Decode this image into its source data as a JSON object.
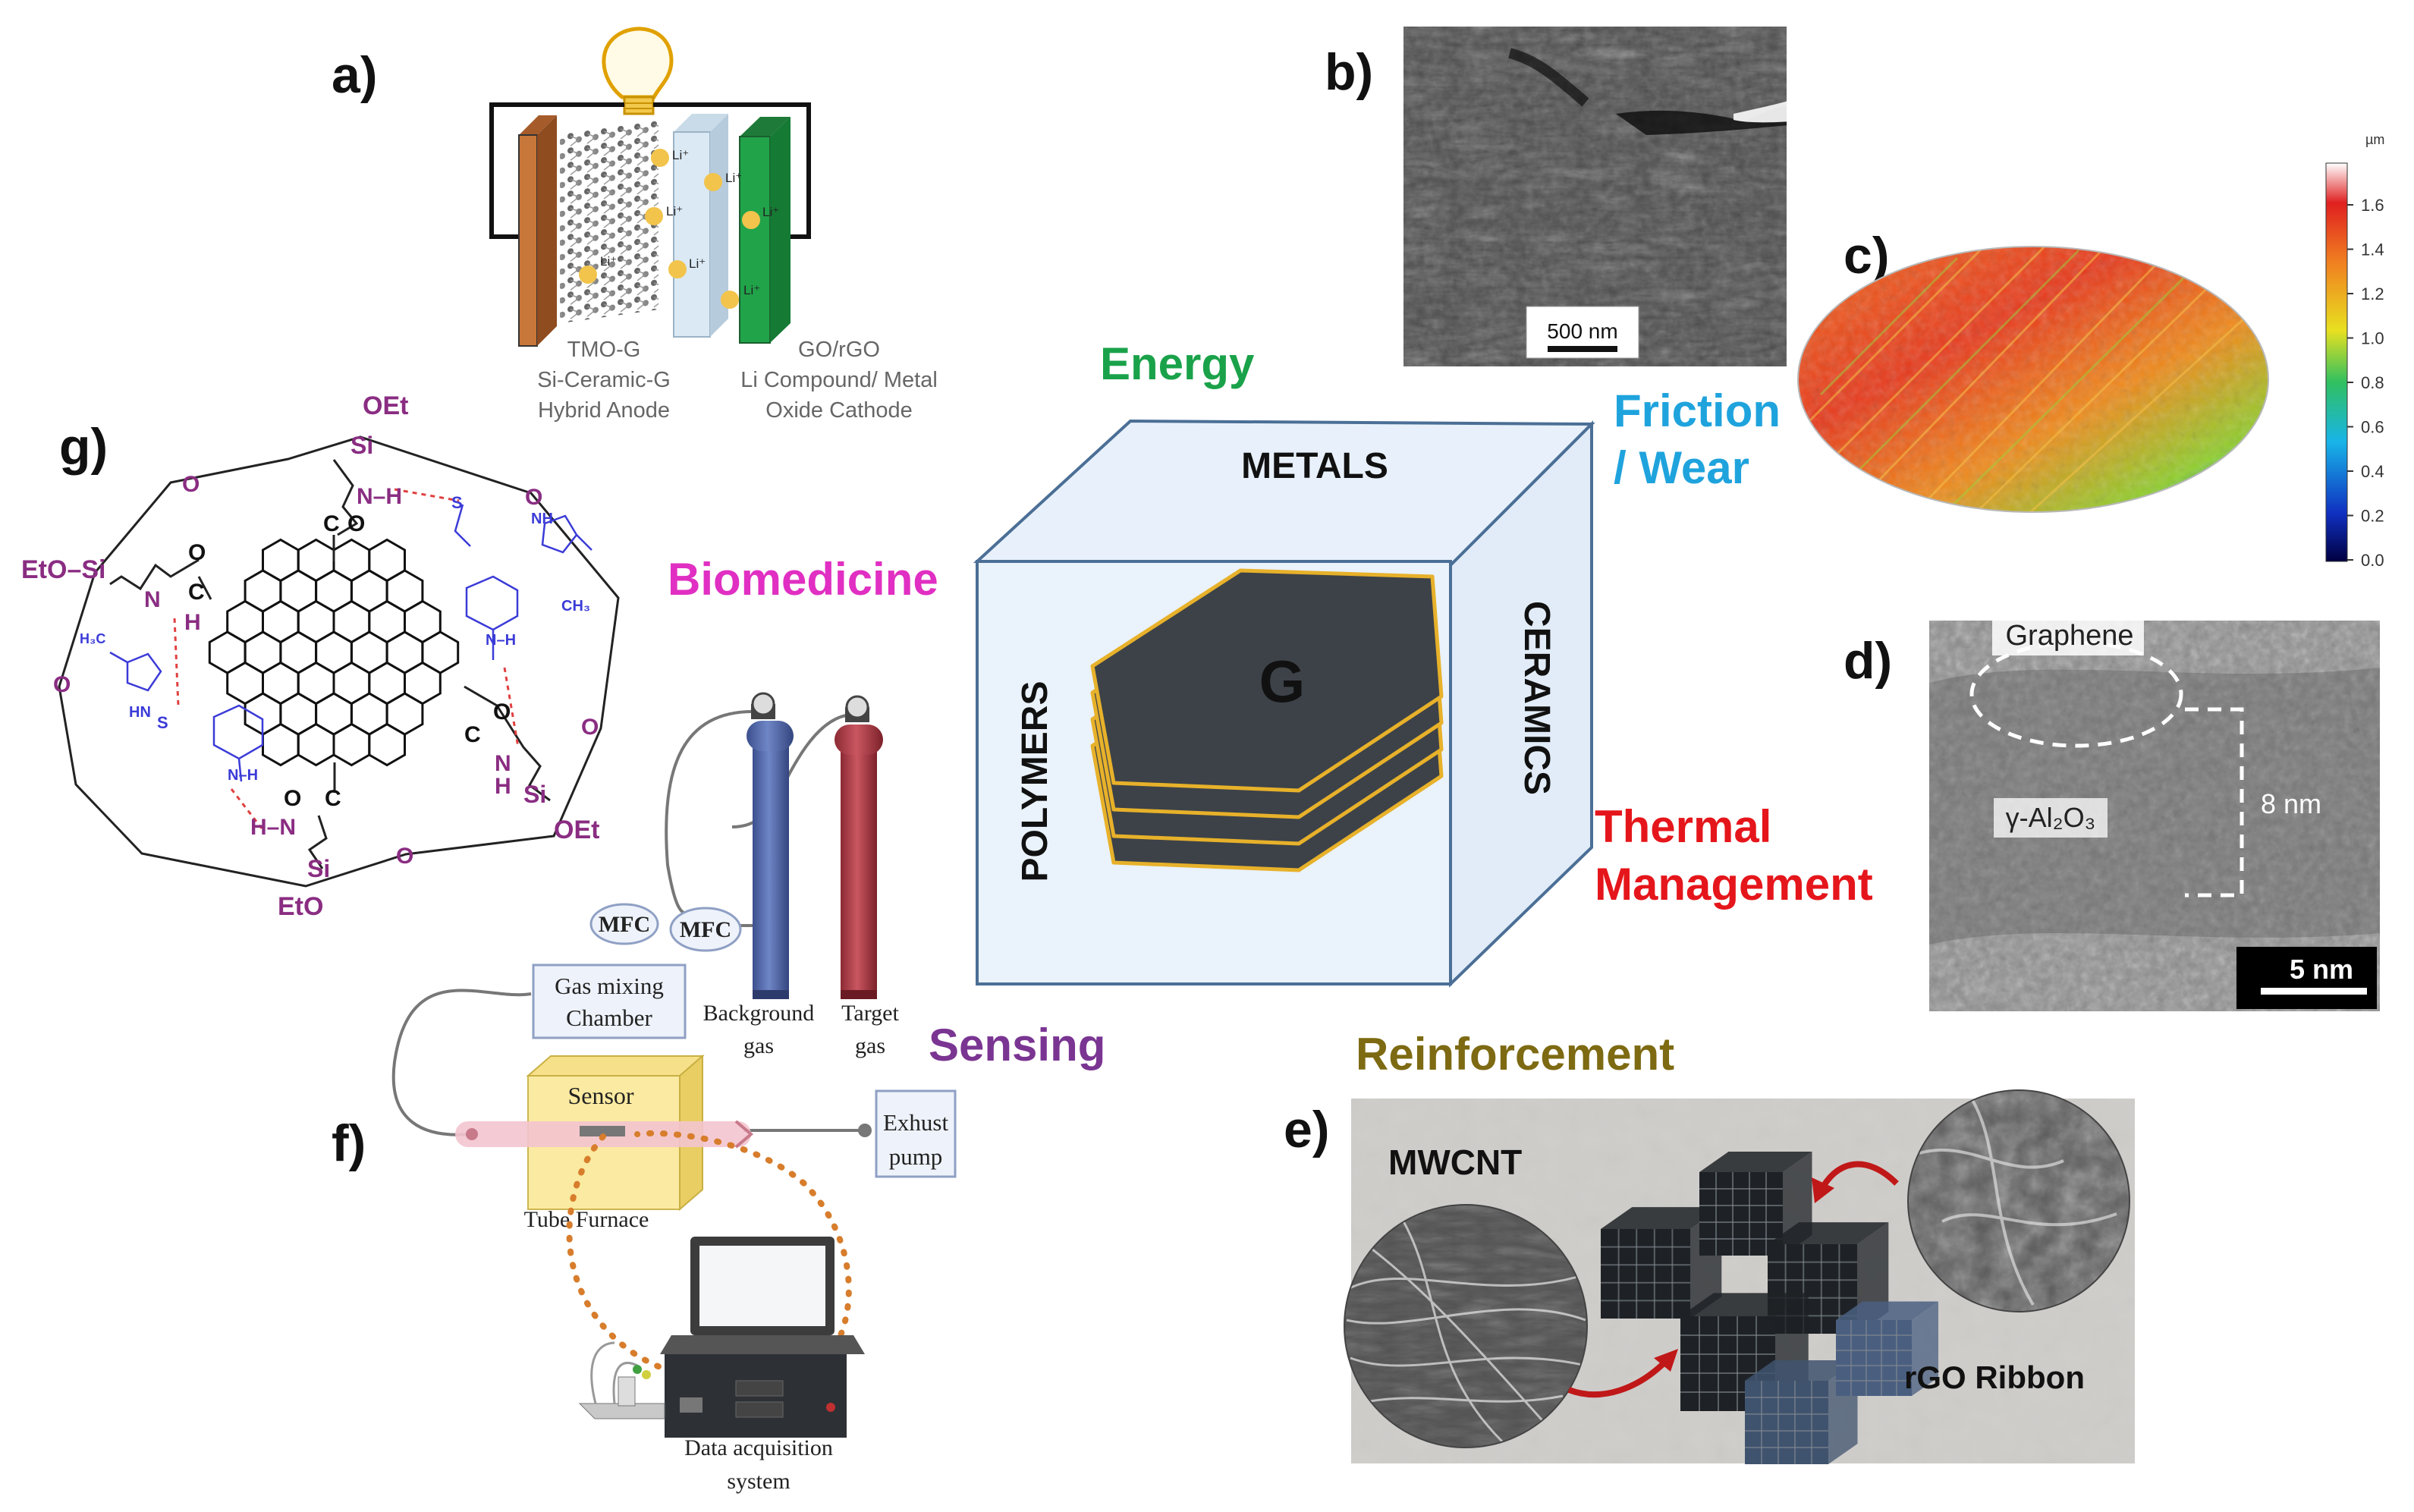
{
  "panels": {
    "a": "a)",
    "b": "b)",
    "c": "c)",
    "d": "d)",
    "e": "e)",
    "f": "f)",
    "g": "g)"
  },
  "applications": {
    "energy": {
      "label": "Energy",
      "color": "#1aa24a"
    },
    "friction_line1": {
      "label": "Friction",
      "color": "#1fa3dd"
    },
    "friction_line2": {
      "label": "/ Wear",
      "color": "#1fa3dd"
    },
    "biomedicine": {
      "label": "Biomedicine",
      "color": "#e02fc2"
    },
    "thermal_line1": {
      "label": "Thermal",
      "color": "#e5161b"
    },
    "thermal_line2": {
      "label": "Management",
      "color": "#e5161b"
    },
    "sensing": {
      "label": "Sensing",
      "color": "#7a3592"
    },
    "reinforcement": {
      "label": "Reinforcement",
      "color": "#7d6a12"
    }
  },
  "cube": {
    "top": "METALS",
    "right": "CERAMICS",
    "left": "POLYMERS",
    "center": "G",
    "face_color": "#e8f1fb",
    "edge_color": "#4b6f96",
    "sheet_color": "#3d4248",
    "sheet_edge": "#e7b12a"
  },
  "battery": {
    "ion": "Li⁺",
    "anode_line1": "TMO-G",
    "anode_line2": "Si-Ceramic-G",
    "anode_line3": "Hybrid Anode",
    "cathode_line1": "GO/rGO",
    "cathode_line2": "Li Compound/ Metal",
    "cathode_line3": "Oxide Cathode"
  },
  "sem": {
    "scale": "500 nm"
  },
  "profile": {
    "unit": "µm",
    "ticks": [
      "1.6",
      "1.4",
      "1.2",
      "1.0",
      "0.8",
      "0.6",
      "0.4",
      "0.2",
      "0.0"
    ]
  },
  "tem": {
    "graphene": "Graphene",
    "alumina": "γ-Al₂O₃",
    "thickness": "8 nm",
    "scale": "5 nm"
  },
  "scaffold": {
    "left": "MWCNT",
    "right": "rGO Ribbon"
  },
  "gas_setup": {
    "mfc1": "MFC",
    "mfc2": "MFC",
    "chamber_line1": "Gas mixing",
    "chamber_line2": "Chamber",
    "background_line1": "Background",
    "background_line2": "gas",
    "target_line1": "Target",
    "target_line2": "gas",
    "sensor": "Sensor",
    "furnace": "Tube Furnace",
    "pump_line1": "Exhust",
    "pump_line2": "pump",
    "daq_line1": "Data acquisition",
    "daq_line2": "system"
  },
  "molecule": {
    "oet_top": "OEt",
    "si": "Si",
    "eto_si_left": "EtO–Si",
    "oet_right": "OEt",
    "eto_bottom": "EtO",
    "o": "O",
    "n_h": "N–H",
    "n": "N",
    "h": "H",
    "h_n": "H–N",
    "c": "C",
    "nh": "NH",
    "hn": "HN",
    "s": "S",
    "ch3": "CH₃",
    "h3c": "H₃C"
  }
}
